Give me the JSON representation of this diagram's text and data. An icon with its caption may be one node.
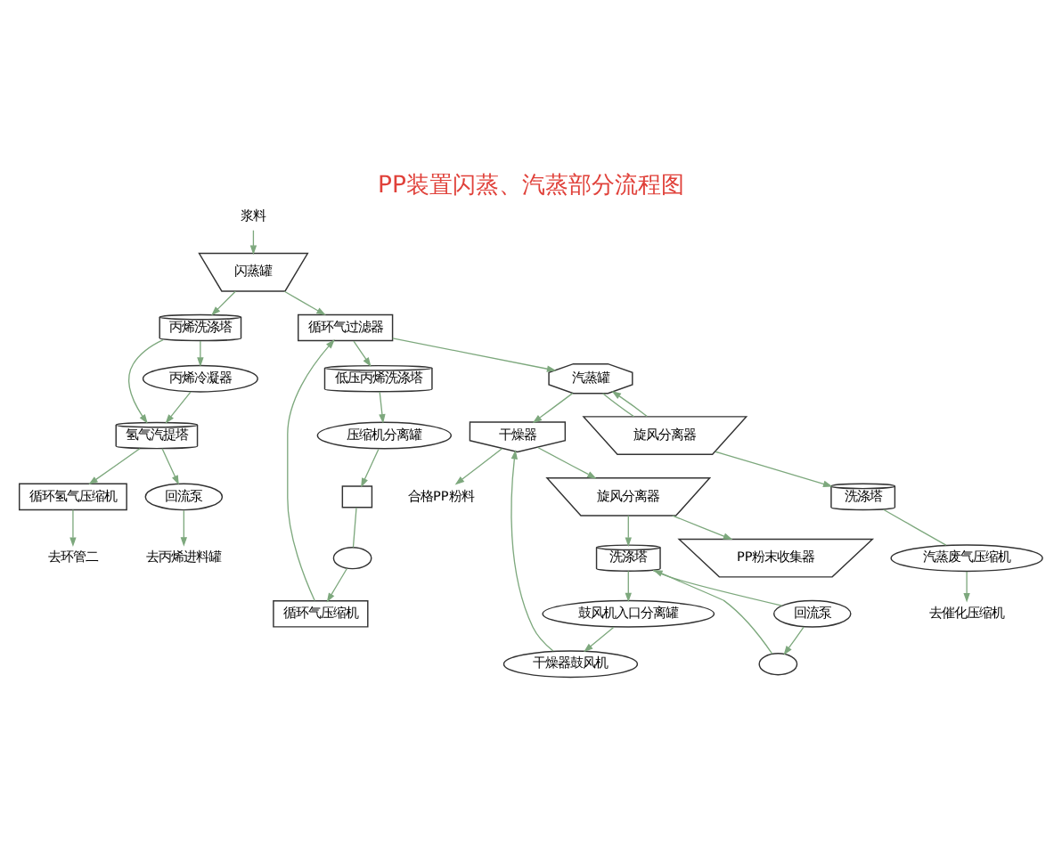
{
  "diagram": {
    "title": "PP装置闪蒸、汽蒸部分流程图",
    "nodes": [
      {
        "text": [
          "浆料"
        ]
      },
      {
        "text": [
          "闪蒸罐"
        ]
      },
      {
        "text": [
          "丙烯冷凝器"
        ]
      },
      {
        "text": [
          "丙烯洗涤塔"
        ]
      },
      {
        "text": [
          "氢气汽提塔"
        ]
      },
      {
        "text": [
          "循环氢气压缩机"
        ]
      },
      {
        "text": [
          "去环管二"
        ]
      },
      {
        "text": [
          "去丙烯进料罐"
        ]
      },
      {
        "text": [
          "回流泵"
        ]
      },
      {
        "text": [
          "循环气过滤器"
        ]
      },
      {
        "text": [
          "低压丙烯洗涤塔"
        ]
      },
      {
        "text": [
          "压缩机分离罐"
        ]
      },
      {
        "text": [],
        "shape": "box"
      },
      {
        "text": [],
        "shape": "ellipse"
      },
      {
        "text": [
          "循环气压缩机"
        ]
      },
      {
        "text": [
          "旋风分离器"
        ]
      },
      {
        "text": [
          "汽蒸罐"
        ]
      },
      {
        "text": [
          "洗涤塔"
        ]
      },
      {
        "text": [
          "汽蒸废气压缩机"
        ]
      },
      {
        "text": [
          "去催化压缩机"
        ]
      },
      {
        "text": [
          "旋风分离器"
        ]
      },
      {
        "text": [
          "干燥器"
        ]
      },
      {
        "text": [
          "合格PP粉料"
        ]
      },
      {
        "text": [
          "PP粉末收集器"
        ]
      },
      {
        "text": [
          "鼓风机入口分离罐"
        ]
      },
      {
        "text": [
          "干燥器鼓风机"
        ]
      },
      {
        "text": [
          "洗涤塔"
        ]
      },
      {
        "text": [],
        "shape": "ellipse"
      },
      {
        "text": [
          "回流泵"
        ]
      }
    ],
    "edges": [
      {
        "from": 0,
        "to": 1,
        "arrow": "to"
      },
      {
        "from": 1,
        "to": 3,
        "arrow": "to"
      },
      {
        "from": 3,
        "to": 2,
        "arrow": "to"
      },
      {
        "from": 2,
        "to": 4,
        "arrow": "to"
      },
      {
        "from": 3,
        "to": 4,
        "arrow": "to"
      },
      {
        "from": 4,
        "to": 5,
        "arrow": "to"
      },
      {
        "from": 5,
        "to": 6,
        "arrow": "to"
      },
      {
        "from": 4,
        "to": 8,
        "arrow": "to"
      },
      {
        "from": 8,
        "to": 7,
        "arrow": "to"
      },
      {
        "from": 1,
        "to": 9,
        "arrow": "to"
      },
      {
        "from": 9,
        "to": 10,
        "arrow": "to"
      },
      {
        "from": 9,
        "to": 16,
        "arrow": "to"
      },
      {
        "from": 10,
        "to": 11,
        "arrow": "to"
      },
      {
        "from": 11,
        "to": 12,
        "arrow": "to"
      },
      {
        "from": 12,
        "to": 13,
        "arrow": "none"
      },
      {
        "from": 13,
        "to": 14,
        "arrow": "to"
      },
      {
        "from": 14,
        "to": 9,
        "arrow": "to"
      },
      {
        "from": 16,
        "to": 15,
        "arrow": "none"
      },
      {
        "from": 15,
        "to": 16,
        "arrow": "to"
      },
      {
        "from": 15,
        "to": 17,
        "arrow": "to"
      },
      {
        "from": 17,
        "to": 18,
        "arrow": "none"
      },
      {
        "from": 18,
        "to": 19,
        "arrow": "to"
      },
      {
        "from": 16,
        "to": 21,
        "arrow": "to"
      },
      {
        "from": 21,
        "to": 20,
        "arrow": "to"
      },
      {
        "from": 20,
        "to": 23,
        "arrow": "to"
      },
      {
        "from": 21,
        "to": 22,
        "arrow": "to"
      },
      {
        "from": 20,
        "to": 26,
        "arrow": "to"
      },
      {
        "from": 26,
        "to": 24,
        "arrow": "to"
      },
      {
        "from": 24,
        "to": 25,
        "arrow": "to"
      },
      {
        "from": 25,
        "to": 21,
        "arrow": "to"
      },
      {
        "from": 26,
        "to": 28,
        "arrow": "none"
      },
      {
        "from": 28,
        "to": 27,
        "arrow": "to"
      },
      {
        "from": 27,
        "to": 26,
        "arrow": "to"
      }
    ]
  }
}
